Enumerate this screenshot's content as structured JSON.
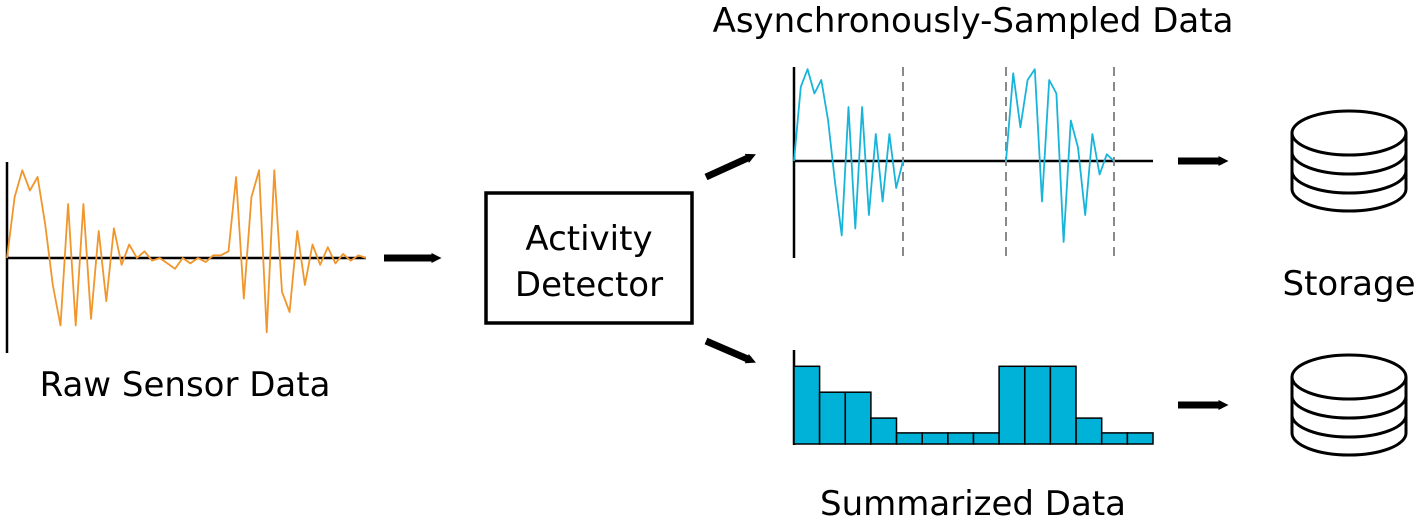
{
  "labels": {
    "raw": "Raw Sensor Data",
    "detector_line1": "Activity",
    "detector_line2": "Detector",
    "async": "Asynchronously-Sampled Data",
    "summary": "Summarized Data",
    "storage": "Storage"
  },
  "colors": {
    "raw_signal": "#F0962A",
    "async_signal": "#19B4DA",
    "summary_bar": "#00B2D8",
    "stroke": "#000000",
    "divider": "#8A8A8A"
  },
  "raw_signal": [
    0,
    4.5,
    6.5,
    5,
    6,
    2.5,
    -2,
    -5,
    4,
    -5,
    4,
    -4.5,
    2,
    -3.2,
    2.2,
    -0.5,
    1,
    0,
    0.5,
    -0.2,
    0,
    -0.4,
    -0.8,
    0,
    -0.4,
    0,
    -0.3,
    0.2,
    0.2,
    0.5,
    6,
    -3,
    4.5,
    6.5,
    -5.5,
    6.5,
    -2.5,
    -4,
    2,
    -2,
    1,
    -0.5,
    0.8,
    -0.4,
    0.3,
    -0.2,
    0.2,
    0
  ],
  "async_signal": {
    "segments": [
      [
        0,
        5.5,
        6.8,
        5,
        6,
        3,
        -1.5,
        -5.5,
        4,
        -5,
        4,
        -4,
        2,
        -3,
        2,
        -2,
        0
      ],
      [
        0,
        6.5,
        2.5,
        6,
        6.8,
        -3,
        6,
        5,
        -6,
        3,
        1,
        -4,
        2,
        -1,
        0.5,
        0
      ]
    ]
  },
  "summary_bars": [
    4.2,
    2.8,
    2.8,
    1.4,
    0.6,
    0.6,
    0.6,
    0.6,
    4.2,
    4.2,
    4.2,
    1.4,
    0.6,
    0.6
  ]
}
